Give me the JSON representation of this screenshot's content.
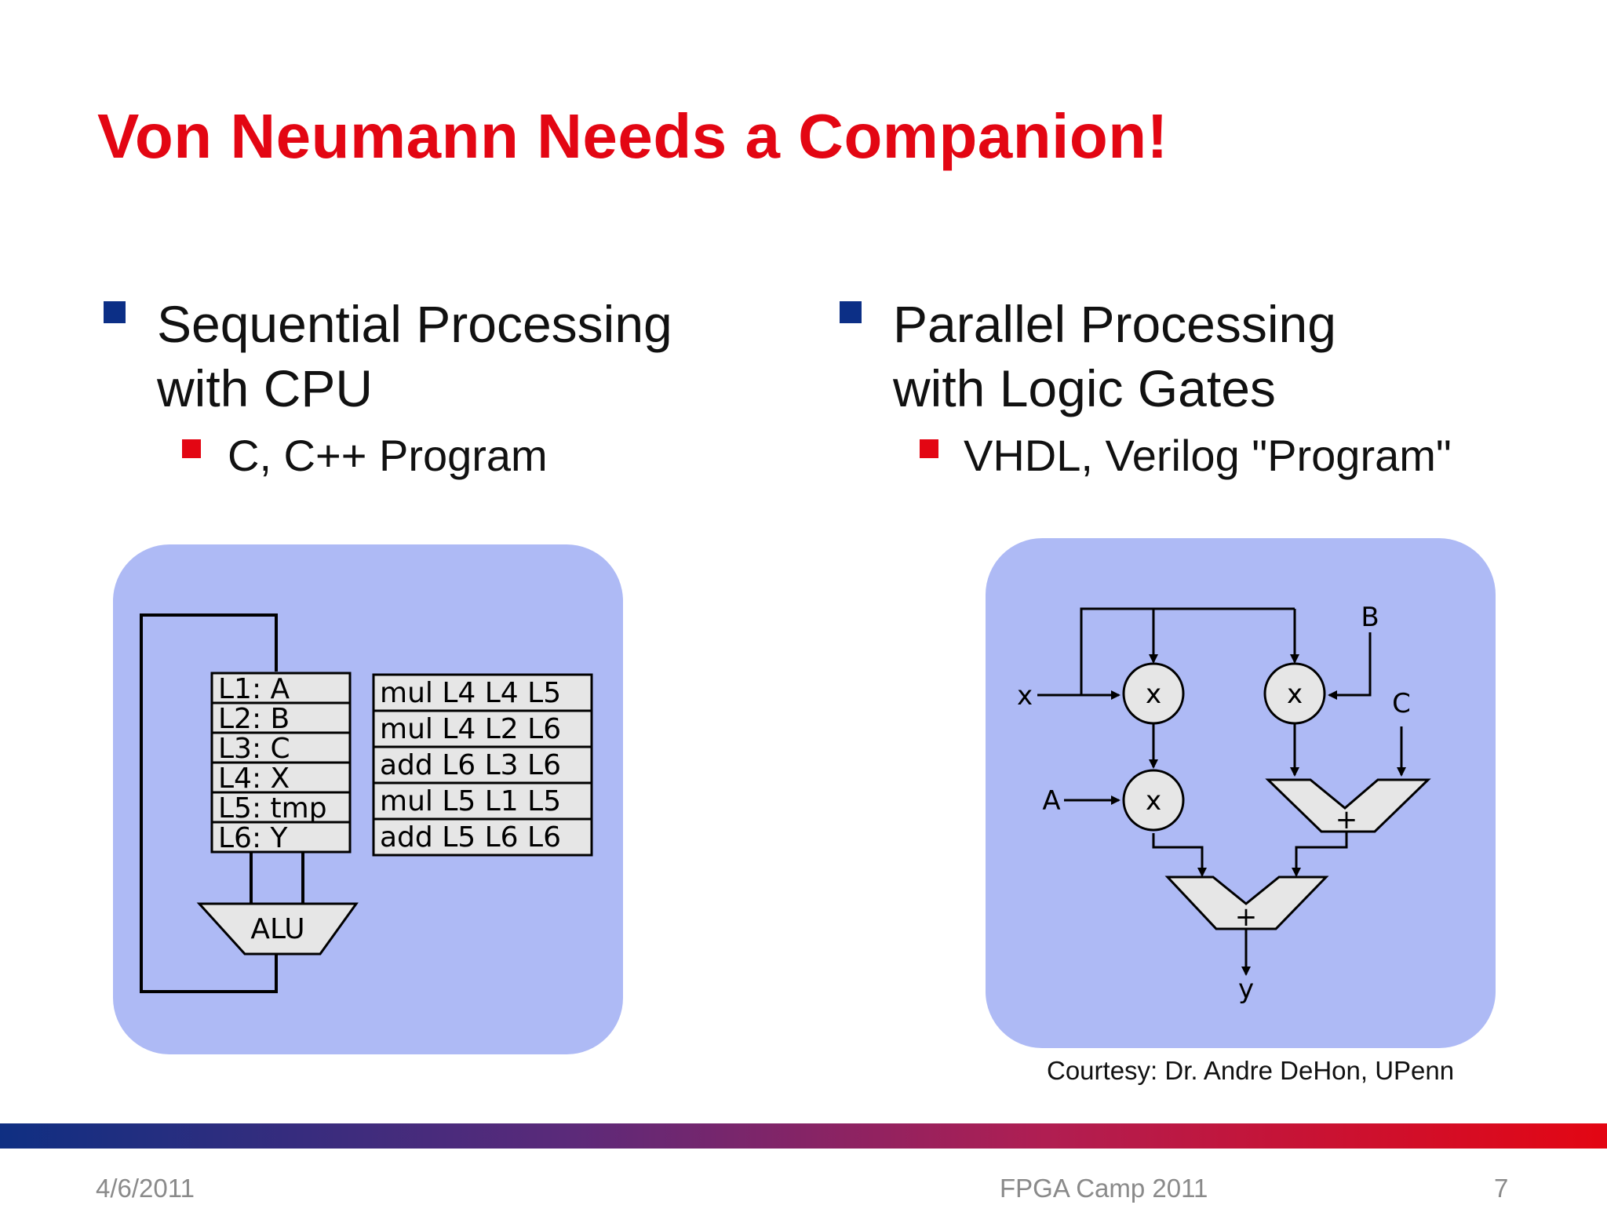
{
  "title": "Von Neumann Needs a Companion!",
  "left": {
    "heading_line1": "Sequential Processing",
    "heading_line2": "with CPU",
    "sub": "C, C++ Program",
    "registers": [
      "L1: A",
      "L2: B",
      "L3: C",
      "L4: X",
      "L5: tmp",
      "L6: Y"
    ],
    "instructions": [
      "mul L4 L4 L5",
      "mul L4 L2 L6",
      "add L6 L3 L6",
      "mul L5 L1 L5",
      "add L5 L6 L6"
    ],
    "alu_label": "ALU"
  },
  "right": {
    "heading_line1": "Parallel Processing",
    "heading_line2": "with Logic Gates",
    "sub": "VHDL, Verilog \"Program\"",
    "input_x": "x",
    "input_a": "A",
    "input_b": "B",
    "input_c": "C",
    "output_y": "y",
    "mul_symbol": "x",
    "add_symbol": "+"
  },
  "credit": "Courtesy: Dr. Andre DeHon, UPenn",
  "footer": {
    "date": "4/6/2011",
    "event": "FPGA Camp 2011",
    "page": "7"
  },
  "colors": {
    "title": "#e30613",
    "bullet_level1": "#0c2f86",
    "bullet_level2": "#e30613",
    "panel": "#aebaf5",
    "node_fill": "#e6e6e6"
  }
}
